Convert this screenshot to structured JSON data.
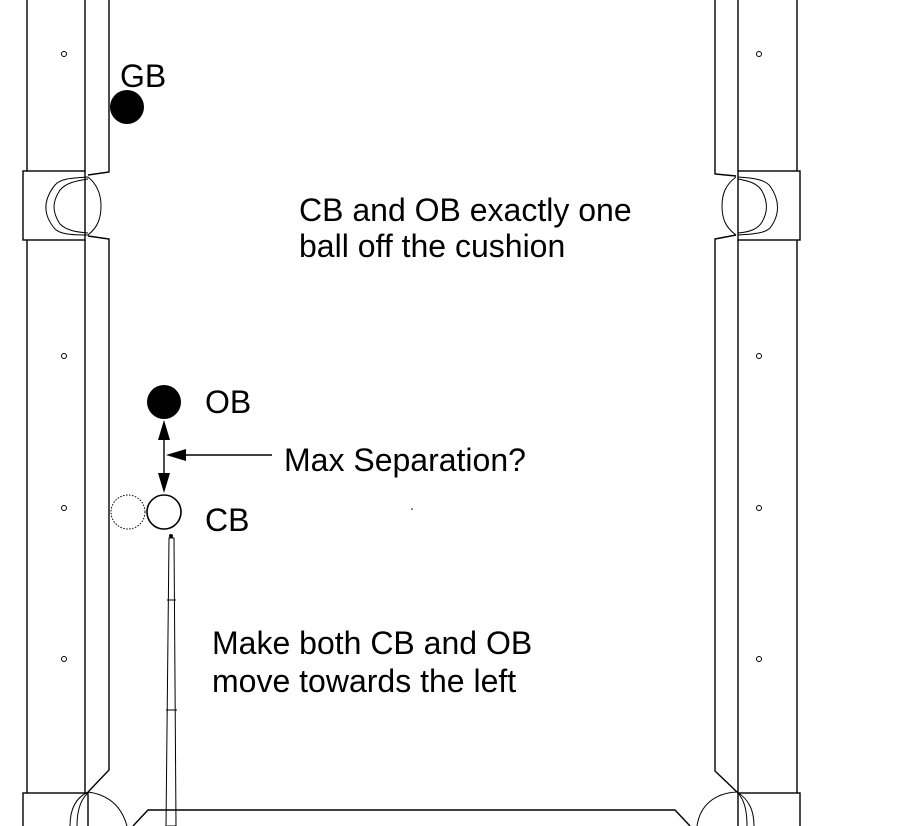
{
  "labels": {
    "gb": "GB",
    "ob": "OB",
    "cb": "CB",
    "separation": "Max Separation?",
    "note1_line1": "CB and OB exactly one",
    "note1_line2": "ball off the cushion",
    "note2_line1": "Make both CB and OB",
    "note2_line2": "move towards the left"
  },
  "colors": {
    "ink": "#000000",
    "background": "#ffffff"
  }
}
